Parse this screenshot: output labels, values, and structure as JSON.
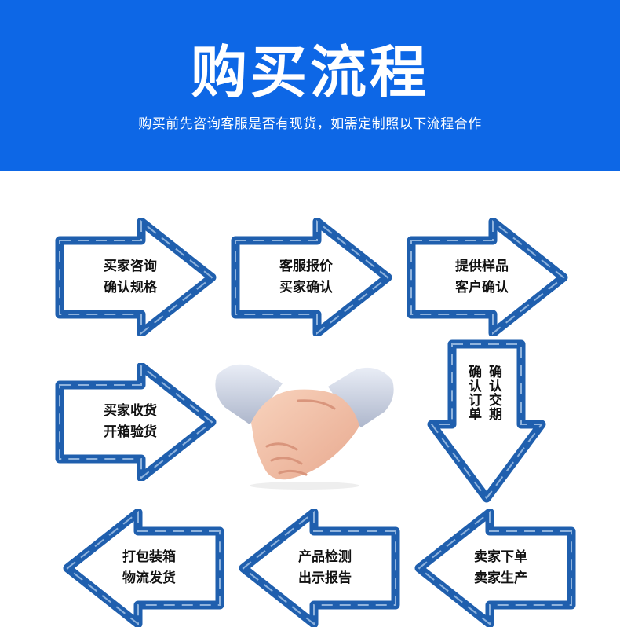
{
  "header": {
    "title": "购买流程",
    "subtitle": "购买前先咨询客服是否有现货，如需定制照以下流程合作"
  },
  "colors": {
    "header_bg": "#0d67e6",
    "arrow_border": "#1f5fae",
    "text": "#111111"
  },
  "steps": [
    {
      "line1": "买家咨询",
      "line2": "确认规格",
      "direction": "right"
    },
    {
      "line1": "客服报价",
      "line2": "买家确认",
      "direction": "right"
    },
    {
      "line1": "提供样品",
      "line2": "客户确认",
      "direction": "right"
    },
    {
      "line1": "确认订单",
      "line2": "确认交期",
      "direction": "down"
    },
    {
      "line1": "卖家下单",
      "line2": "卖家生产",
      "direction": "left"
    },
    {
      "line1": "产品检测",
      "line2": "出示报告",
      "direction": "left"
    },
    {
      "line1": "打包装箱",
      "line2": "物流发货",
      "direction": "left"
    },
    {
      "line1": "买家收货",
      "line2": "开箱验货",
      "direction": "right"
    }
  ],
  "center_image": "handshake-illustration"
}
